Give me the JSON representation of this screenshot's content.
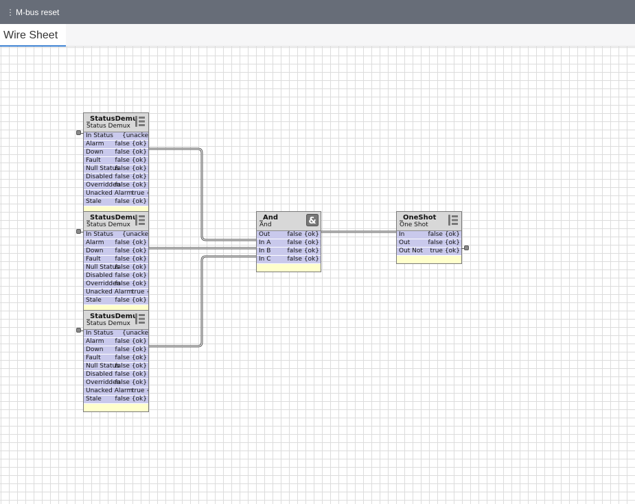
{
  "app": {
    "title": "M-bus reset",
    "menu_icon": "vertical-dots-icon"
  },
  "tabs": [
    {
      "label": "Wire Sheet",
      "active": true
    }
  ],
  "status_demux": {
    "name": "_StatusDemu",
    "type": "Status Demux",
    "icon": "status-demux-icon",
    "rows": [
      {
        "label": "In Status",
        "value": "{unackedAla"
      },
      {
        "label": "Alarm",
        "value": "false {ok}"
      },
      {
        "label": "Down",
        "value": "false {ok}"
      },
      {
        "label": "Fault",
        "value": "false {ok}"
      },
      {
        "label": "Null Status",
        "value": "false {ok}"
      },
      {
        "label": "Disabled",
        "value": "false {ok}"
      },
      {
        "label": "Overridden",
        "value": "false {ok}"
      },
      {
        "label": "Unacked Alarm",
        "value": "true {o"
      },
      {
        "label": "Stale",
        "value": "false {ok}"
      }
    ]
  },
  "and_block": {
    "name": "_And",
    "type": "And",
    "icon": "ampersand-icon",
    "rows": [
      {
        "label": "Out",
        "value": "false {ok}"
      },
      {
        "label": "In A",
        "value": "false {ok}"
      },
      {
        "label": "In B",
        "value": "false {ok}"
      },
      {
        "label": "In C",
        "value": "false {ok}"
      }
    ]
  },
  "oneshot_block": {
    "name": "_OneShot",
    "type": "One Shot",
    "icon": "one-shot-icon",
    "rows": [
      {
        "label": "In",
        "value": "false {ok}"
      },
      {
        "label": "Out",
        "value": "false {ok}"
      },
      {
        "label": "Out Not",
        "value": "true {ok}"
      }
    ]
  }
}
